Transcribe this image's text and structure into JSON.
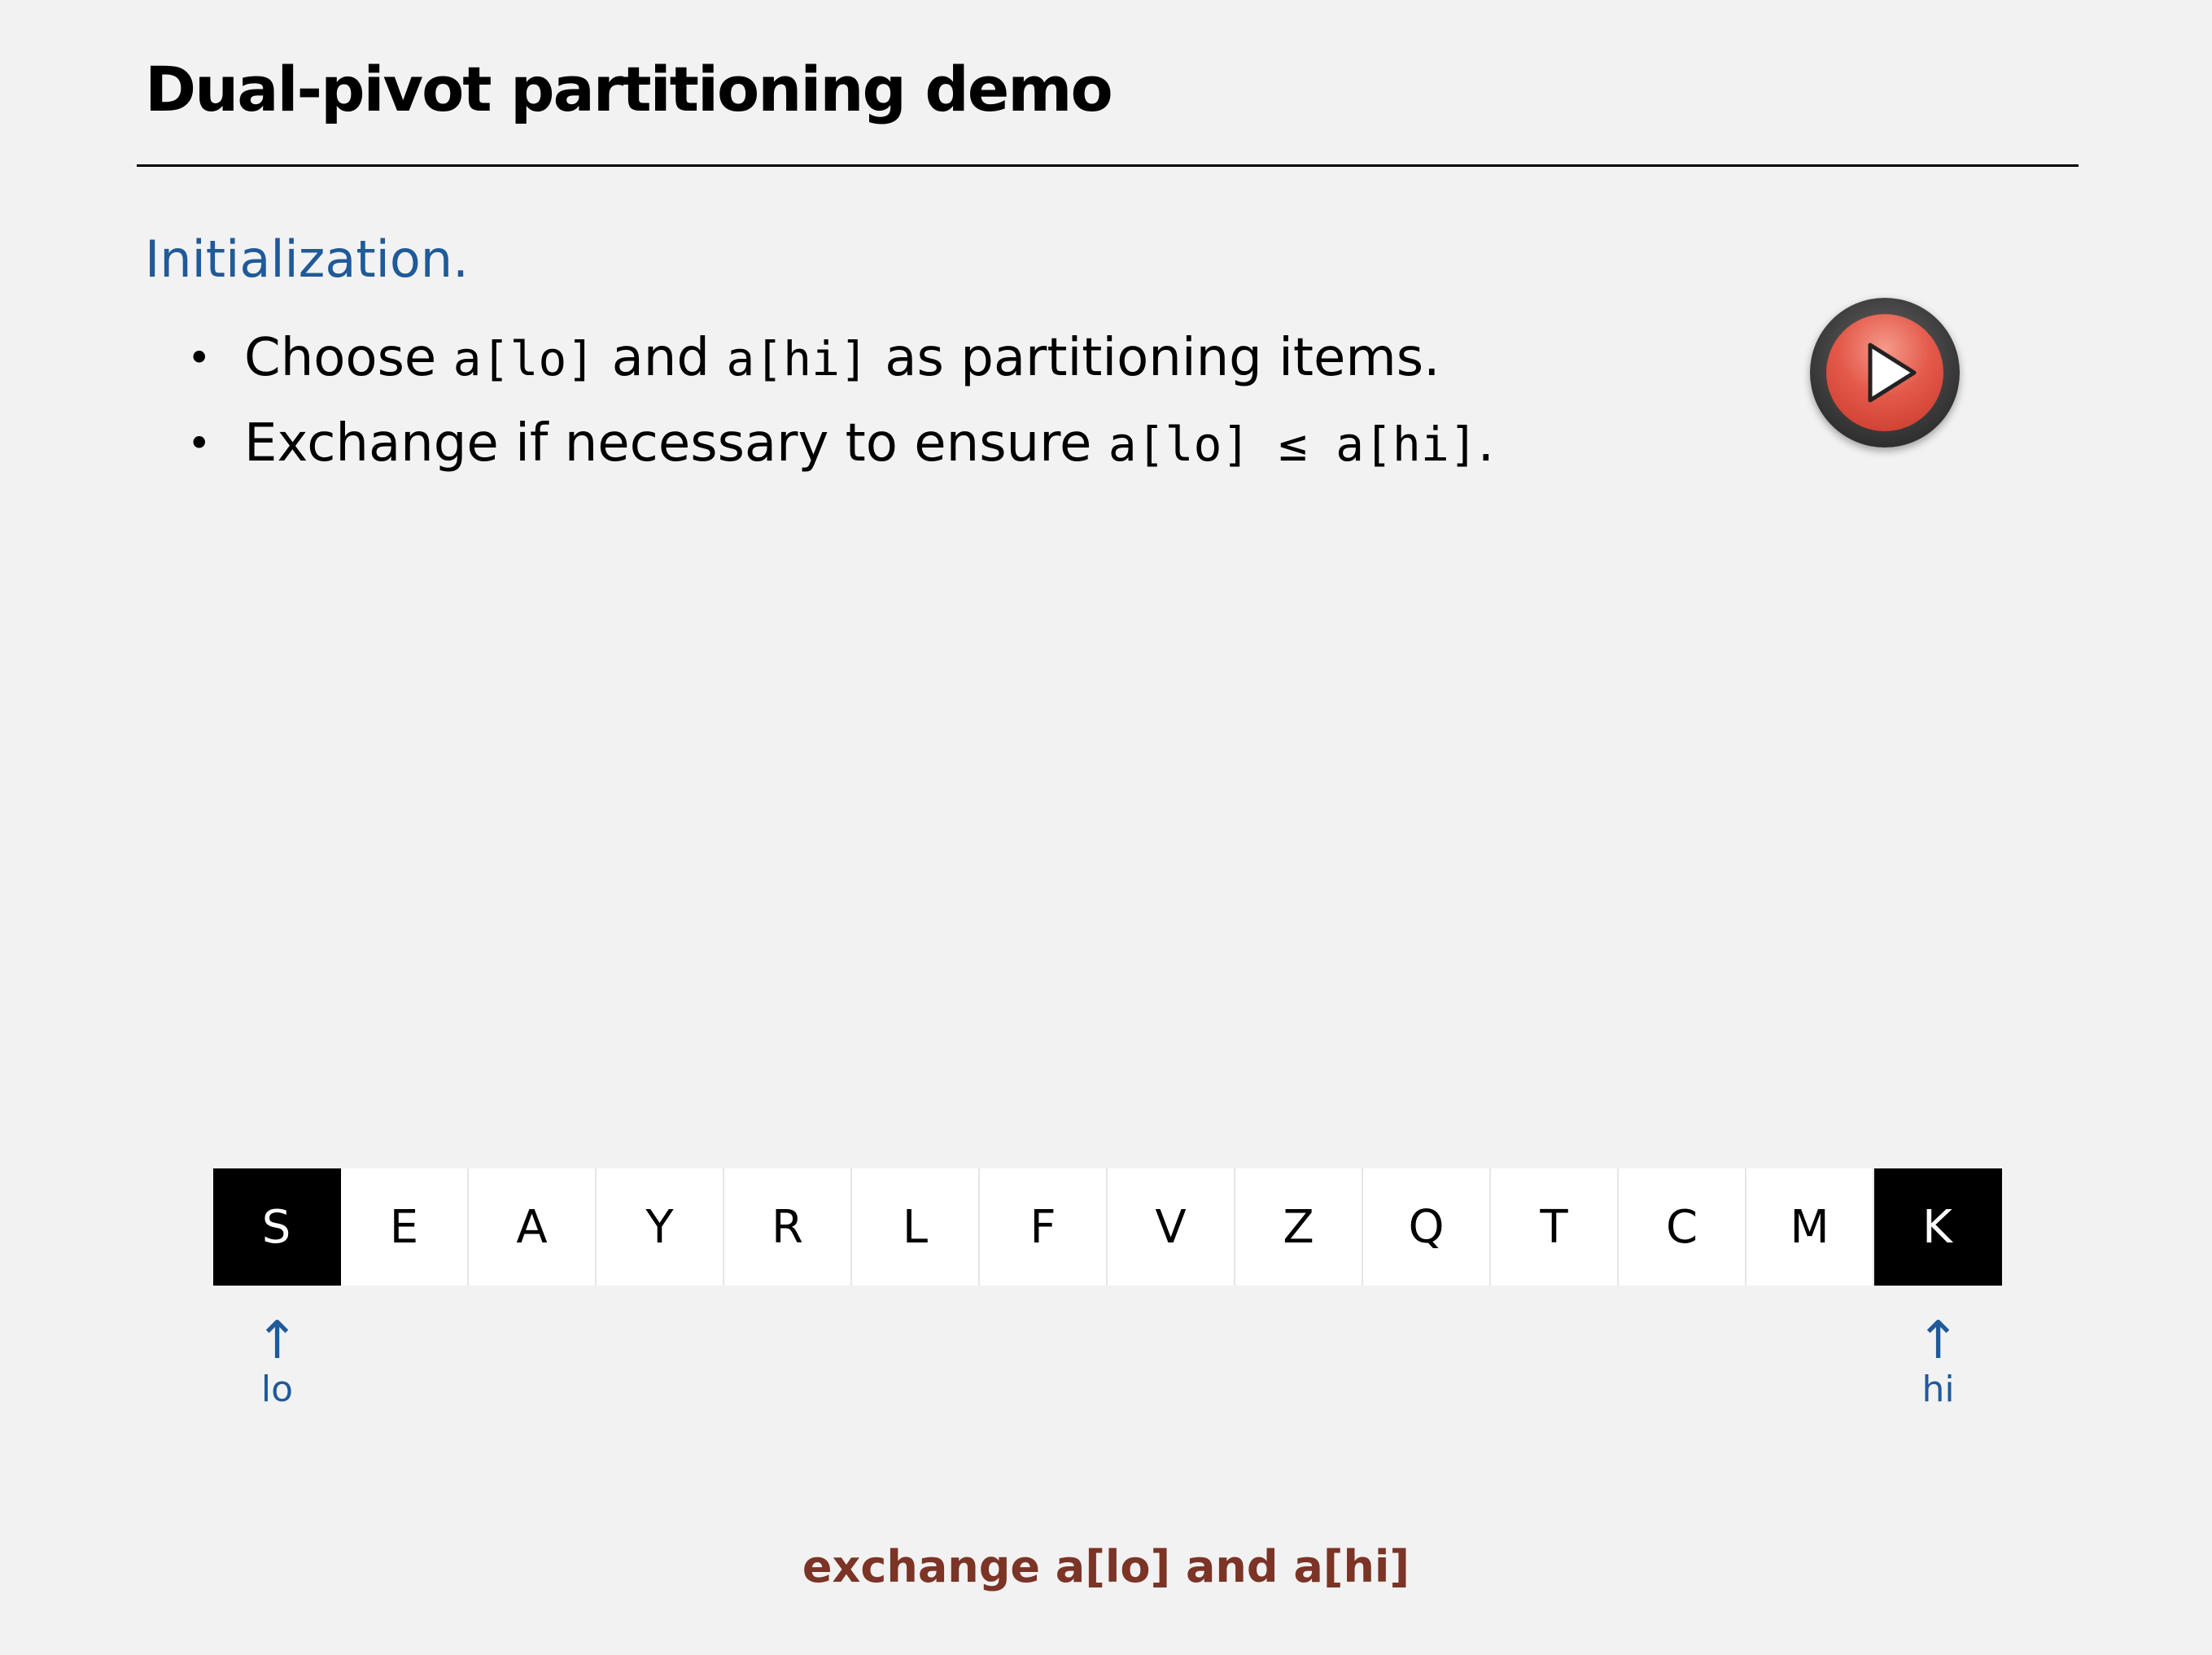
{
  "title": "Dual-pivot partitioning demo",
  "section_heading": "Initialization.",
  "bullets": [
    {
      "parts": [
        "Choose ",
        "a[lo]",
        " and ",
        "a[hi]",
        " as partitioning items."
      ]
    },
    {
      "parts": [
        "Exchange if necessary to ensure ",
        "a[lo] ≤ a[hi]",
        "."
      ]
    }
  ],
  "play_button": {
    "icon": "play-icon"
  },
  "array": {
    "cells": [
      "S",
      "E",
      "A",
      "Y",
      "R",
      "L",
      "F",
      "V",
      "Z",
      "Q",
      "T",
      "C",
      "M",
      "K"
    ],
    "pivot_indices": [
      0,
      13
    ]
  },
  "pointers": {
    "lo": {
      "arrow": "↑",
      "label": "lo",
      "index": 0
    },
    "hi": {
      "arrow": "↑",
      "label": "hi",
      "index": 13
    }
  },
  "caption": "exchange a[lo] and a[hi]",
  "colors": {
    "heading_blue": "#1f5a99",
    "caption_brown": "#7b3426",
    "background": "#f2f2f2",
    "pivot_black": "#000000"
  }
}
